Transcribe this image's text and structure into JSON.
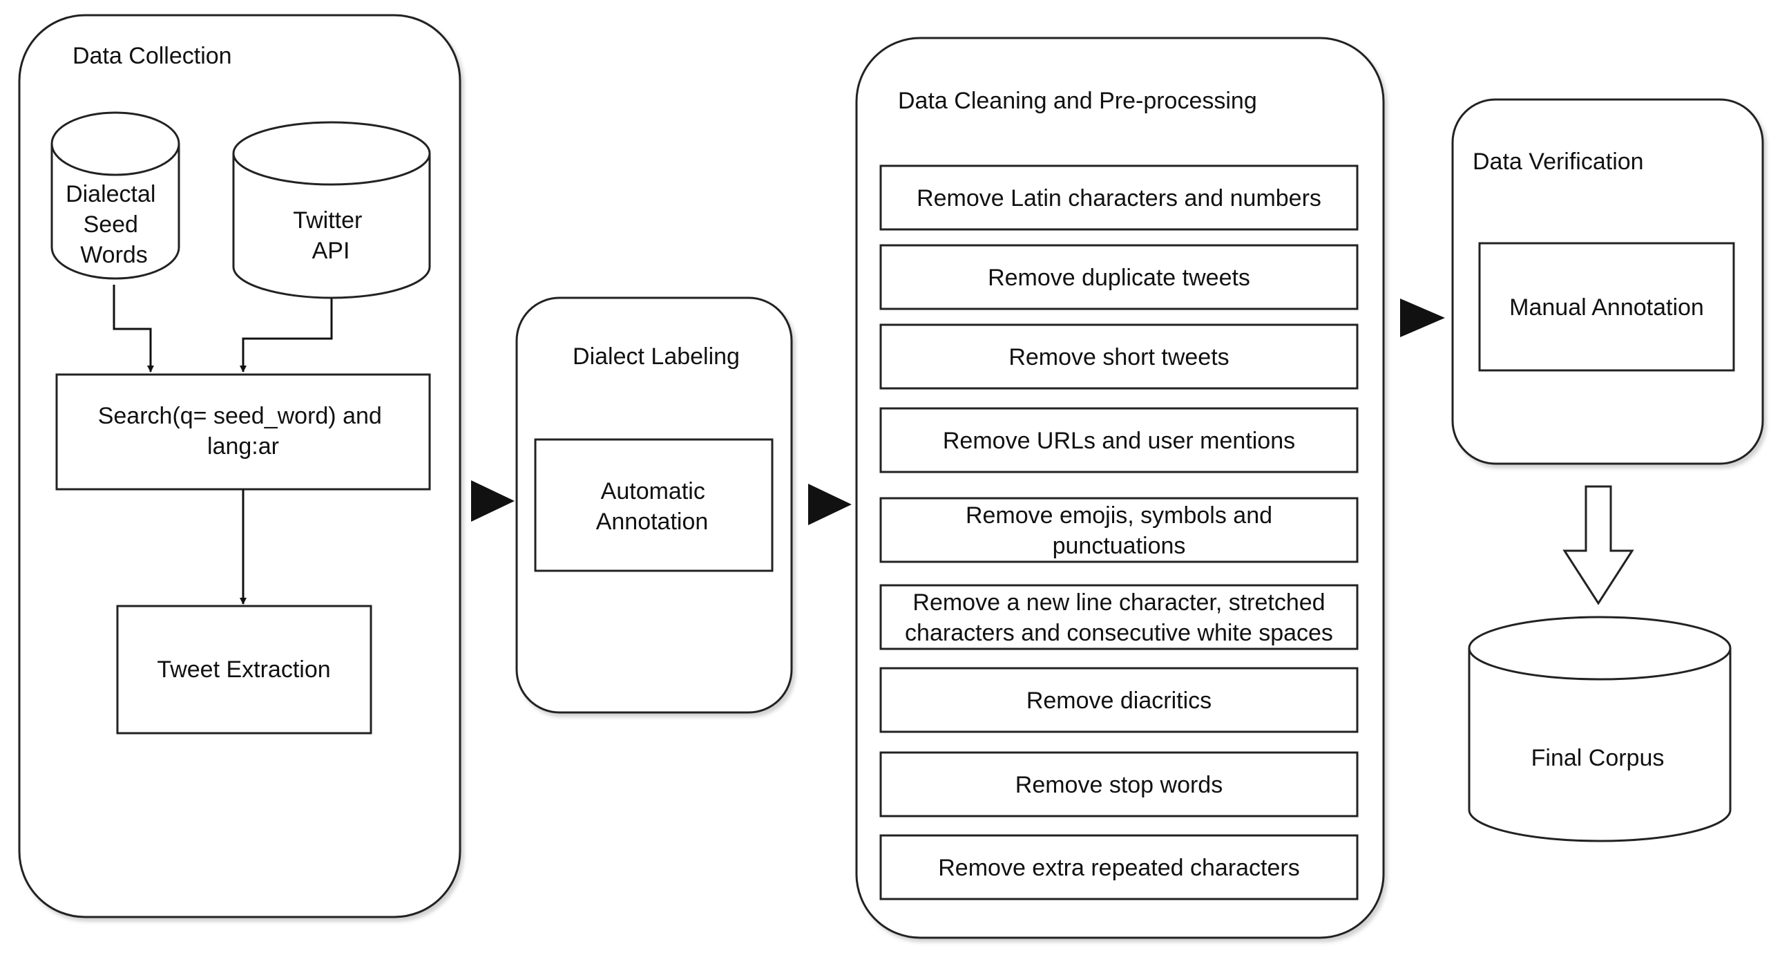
{
  "data_collection": {
    "title": "Data Collection",
    "seed_words": [
      "Dialectal",
      "Seed",
      "Words"
    ],
    "twitter_api": [
      "Twitter",
      "API"
    ],
    "search": [
      "Search(q= seed_word) and",
      "lang:ar"
    ],
    "extraction": "Tweet Extraction"
  },
  "dialect_labeling": {
    "title": "Dialect Labeling",
    "automatic": [
      "Automatic",
      "Annotation"
    ]
  },
  "cleaning": {
    "title": "Data Cleaning and Pre-processing",
    "steps": [
      [
        "Remove Latin characters and numbers"
      ],
      [
        "Remove duplicate tweets"
      ],
      [
        "Remove short tweets"
      ],
      [
        "Remove URLs and user mentions"
      ],
      [
        "Remove emojis, symbols and",
        "punctuations"
      ],
      [
        "Remove a new line character, stretched",
        "characters and consecutive white spaces"
      ],
      [
        "Remove diacritics"
      ],
      [
        "Remove stop words"
      ],
      [
        "Remove extra repeated characters"
      ]
    ]
  },
  "verification": {
    "title": "Data Verification",
    "manual": "Manual Annotation"
  },
  "final_corpus": "Final Corpus"
}
